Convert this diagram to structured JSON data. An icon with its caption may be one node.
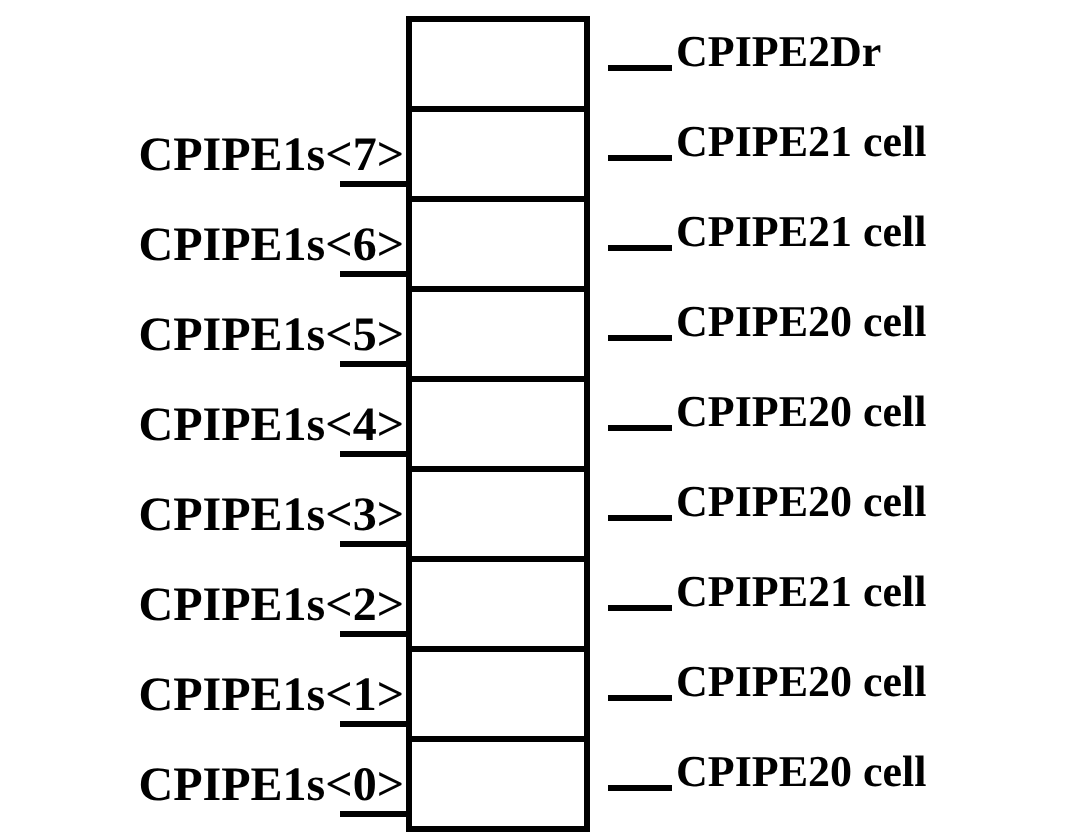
{
  "diagram": {
    "nodes": [
      {
        "text": [],
        "shape": "box",
        "beside": [
          "CPIPE2Dr"
        ]
      },
      {
        "text": [
          "CPIPE1s<7>"
        ]
      },
      {
        "text": [],
        "shape": "box",
        "beside": [
          "CPIPE21 cell"
        ]
      },
      {
        "text": [
          "CPIPE1s<6>"
        ]
      },
      {
        "text": [],
        "shape": "box",
        "beside": [
          "CPIPE21 cell"
        ]
      },
      {
        "text": [
          "CPIPE1s<5>"
        ]
      },
      {
        "text": [],
        "shape": "box",
        "beside": [
          "CPIPE20 cell"
        ]
      },
      {
        "text": [
          "CPIPE1s<4>"
        ]
      },
      {
        "text": [],
        "shape": "box",
        "beside": [
          "CPIPE20 cell"
        ]
      },
      {
        "text": [
          "CPIPE1s<3>"
        ]
      },
      {
        "text": [],
        "shape": "box",
        "beside": [
          "CPIPE20 cell"
        ]
      },
      {
        "text": [
          "CPIPE1s<2>"
        ]
      },
      {
        "text": [],
        "shape": "box",
        "beside": [
          "CPIPE21 cell"
        ]
      },
      {
        "text": [
          "CPIPE1s<1>"
        ]
      },
      {
        "text": [],
        "shape": "box",
        "beside": [
          "CPIPE20 cell"
        ]
      },
      {
        "text": [
          "CPIPE1s<0>"
        ]
      },
      {
        "text": [],
        "shape": "box",
        "beside": [
          "CPIPE20 cell"
        ]
      }
    ],
    "edges": [
      {
        "from": 1,
        "to": 2,
        "arrow": "none"
      },
      {
        "from": 3,
        "to": 4,
        "arrow": "none"
      },
      {
        "from": 5,
        "to": 6,
        "arrow": "none"
      },
      {
        "from": 7,
        "to": 8,
        "arrow": "none"
      },
      {
        "from": 9,
        "to": 10,
        "arrow": "none"
      },
      {
        "from": 11,
        "to": 12,
        "arrow": "none"
      },
      {
        "from": 13,
        "to": 14,
        "arrow": "none"
      },
      {
        "from": 15,
        "to": 16,
        "arrow": "none"
      }
    ]
  }
}
